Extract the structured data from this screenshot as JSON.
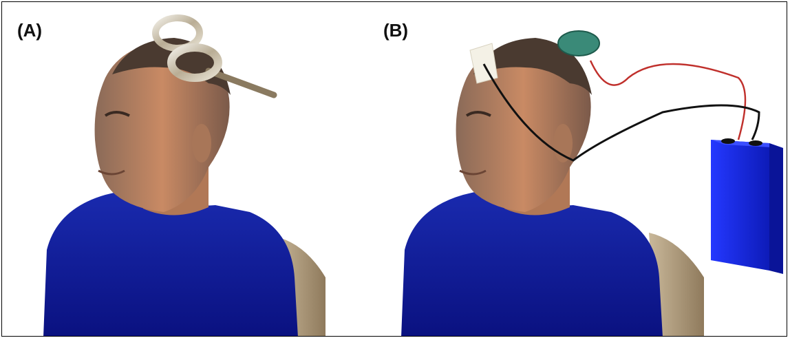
{
  "panels": [
    {
      "label": "(A)",
      "device": "coil"
    },
    {
      "label": "(B)",
      "device": "electrodes-and-battery"
    }
  ]
}
